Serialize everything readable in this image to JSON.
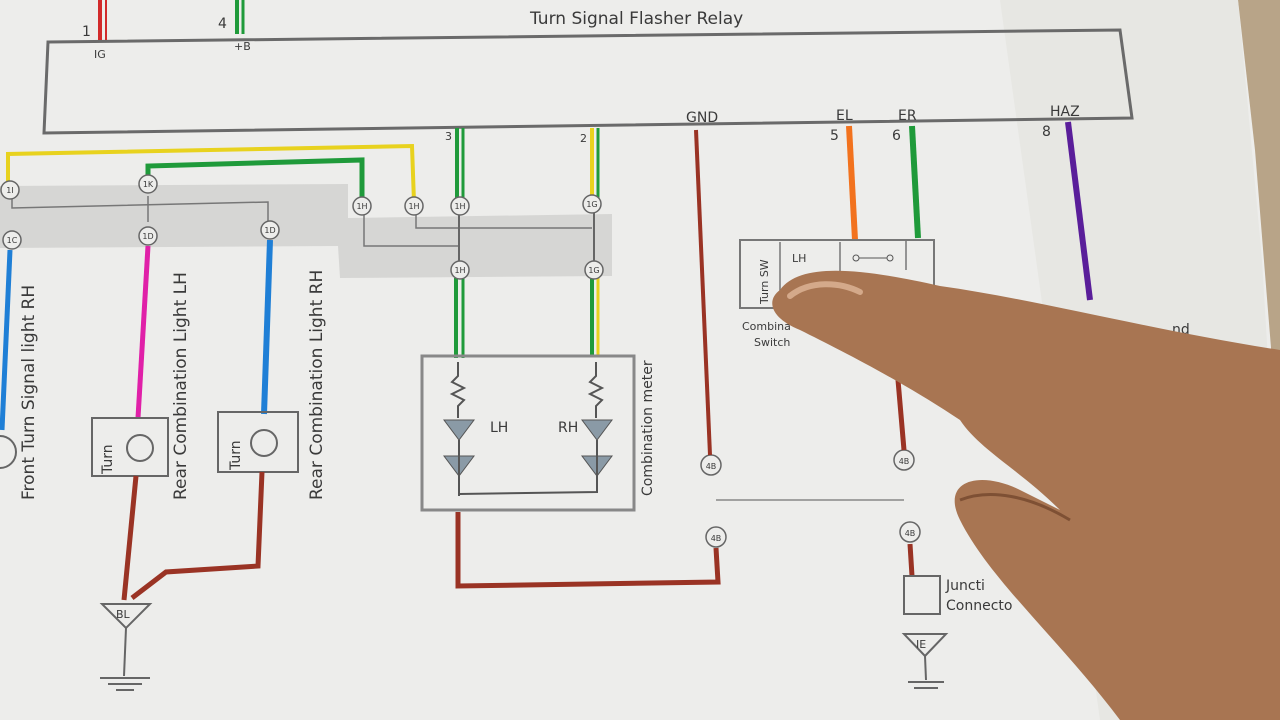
{
  "relay": {
    "title": "Turn Signal Flasher Relay",
    "pins": {
      "ig_num": "1",
      "ig_label": "IG",
      "b_num": "4",
      "b_label": "+B",
      "gnd_label": "GND",
      "el_num": "5",
      "el_label": "EL",
      "er_num": "6",
      "er_label": "ER",
      "haz_num": "8",
      "haz_label": "HAZ",
      "p3_num": "3",
      "p2_num": "2"
    }
  },
  "connectors": {
    "c1": "1I",
    "c2": "1K",
    "c3": "1H",
    "c4": "1H",
    "c5": "1H",
    "c6": "1G",
    "c7": "1C",
    "c8": "1D",
    "c9": "1D",
    "c10": "1H",
    "c11": "1G",
    "c12": "4B",
    "c13": "4B",
    "c14": "4B",
    "c15": "4B"
  },
  "components": {
    "front_rh": "Front Turn Signal light RH",
    "rear_lh": "Rear Combination Light LH",
    "rear_rh": "Rear Combination Light RH",
    "turn_lh": "Turn",
    "turn_rh": "Turn",
    "meter": "Combination meter",
    "meter_lh": "LH",
    "meter_rh": "RH",
    "switch_col1": "Turn SW",
    "switch_col2": "LH",
    "switch_label_1": "Combina",
    "switch_label_2": "Switch",
    "junction_1": "Juncti",
    "junction_2": "Connecto",
    "ground_bl": "BL",
    "ground_ie": "IE",
    "partial_right": "nd"
  },
  "wire_colors": {
    "red": "#d22a2a",
    "green": "#1f9a3a",
    "yellow": "#e8d21e",
    "blue": "#1f7fd6",
    "pink": "#e020a8",
    "brown": "#9a3324",
    "orange": "#f2721e",
    "purple": "#5a1e9a",
    "pencil": "#777777"
  }
}
